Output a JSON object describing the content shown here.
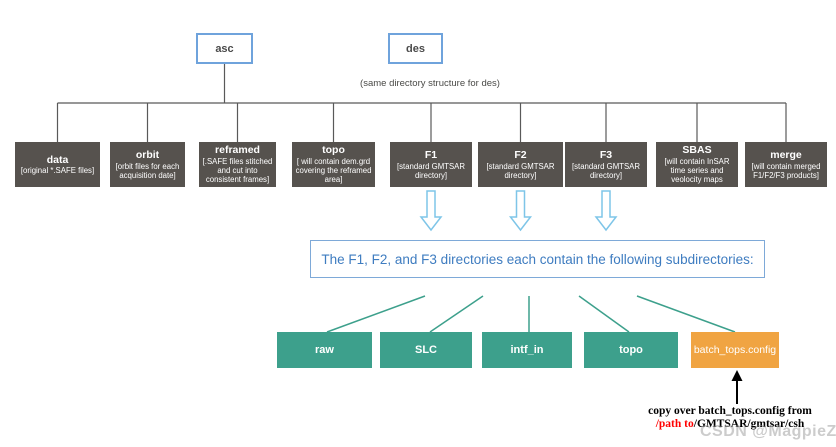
{
  "diagram": {
    "root_nodes": {
      "asc": "asc",
      "des": "des"
    },
    "note": "(same directory structure for des)",
    "top_boxes": [
      {
        "title": "data",
        "subtitle": "[original *.SAFE files]"
      },
      {
        "title": "orbit",
        "subtitle": "[orbit files for each acquisition date]"
      },
      {
        "title": "reframed",
        "subtitle": "[.SAFE files stitched and cut into consistent frames]"
      },
      {
        "title": "topo",
        "subtitle": "[ will contain dem.grd covering the reframed area]"
      },
      {
        "title": "F1",
        "subtitle": "[standard GMTSAR directory]"
      },
      {
        "title": "F2",
        "subtitle": "[standard GMTSAR directory]"
      },
      {
        "title": "F3",
        "subtitle": "[standard GMTSAR directory]"
      },
      {
        "title": "SBAS",
        "subtitle": "[will contain InSAR time series and veolocity maps"
      },
      {
        "title": "merge",
        "subtitle": "[will contain merged F1/F2/F3 products]"
      }
    ],
    "info_box_text": "The F1, F2, and F3 directories each contain the following subdirectories:",
    "subdirectories": [
      {
        "label": "raw"
      },
      {
        "label": "SLC"
      },
      {
        "label": "intf_in"
      },
      {
        "label": "topo"
      },
      {
        "label": "batch_tops.config"
      }
    ],
    "caption": {
      "line1": "copy over batch_tops.config from",
      "path_red": "/path to",
      "path_black": "/GMTSAR/gmtsar/csh"
    },
    "watermark": "CSDN @MagpieZ",
    "colors": {
      "dark_box": "#56524E",
      "teal_box": "#3DA08C",
      "orange_box": "#F0A442",
      "root_border_blue": "#6FA3DC",
      "info_text_blue": "#3E7CC0",
      "arrow_blue": "#7EC5E8",
      "line_gray": "#595959",
      "path_red": "#FF0000"
    }
  }
}
